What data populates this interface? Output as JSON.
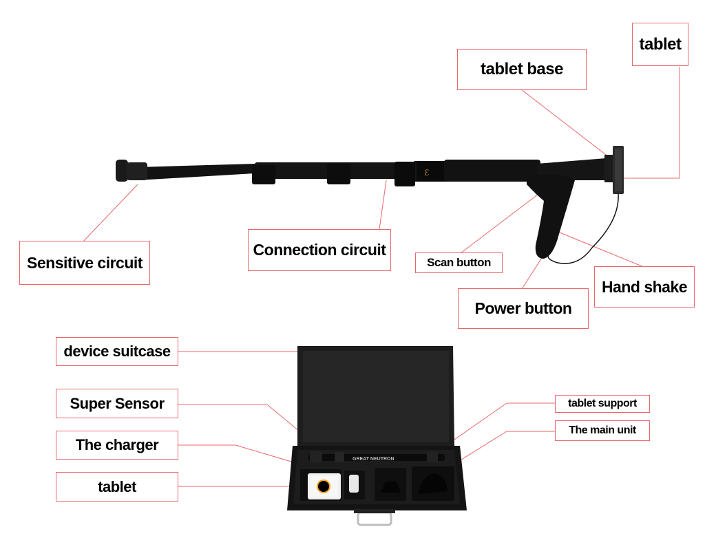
{
  "colors": {
    "leader_line": "#e8676b",
    "label_border": "#e8676b",
    "device_body": "#111111",
    "case_body": "#1b1b1b",
    "tablet_glow": "#f5a623"
  },
  "device_diagram": {
    "labels": {
      "tablet": "tablet",
      "tablet_base": "tablet base",
      "sensitive_circuit": "Sensitive circuit",
      "connection_circuit": "Connection circuit",
      "scan_button": "Scan button",
      "hand_shake": "Hand shake",
      "power_button": "Power button"
    }
  },
  "suitcase_diagram": {
    "labels": {
      "device_suitcase": "device suitcase",
      "super_sensor": "Super Sensor",
      "the_charger": "The charger",
      "tablet": "tablet",
      "tablet_support": "tablet support",
      "the_main_unit": "The main unit"
    },
    "rod_text": "GREAT NEUTRON"
  }
}
